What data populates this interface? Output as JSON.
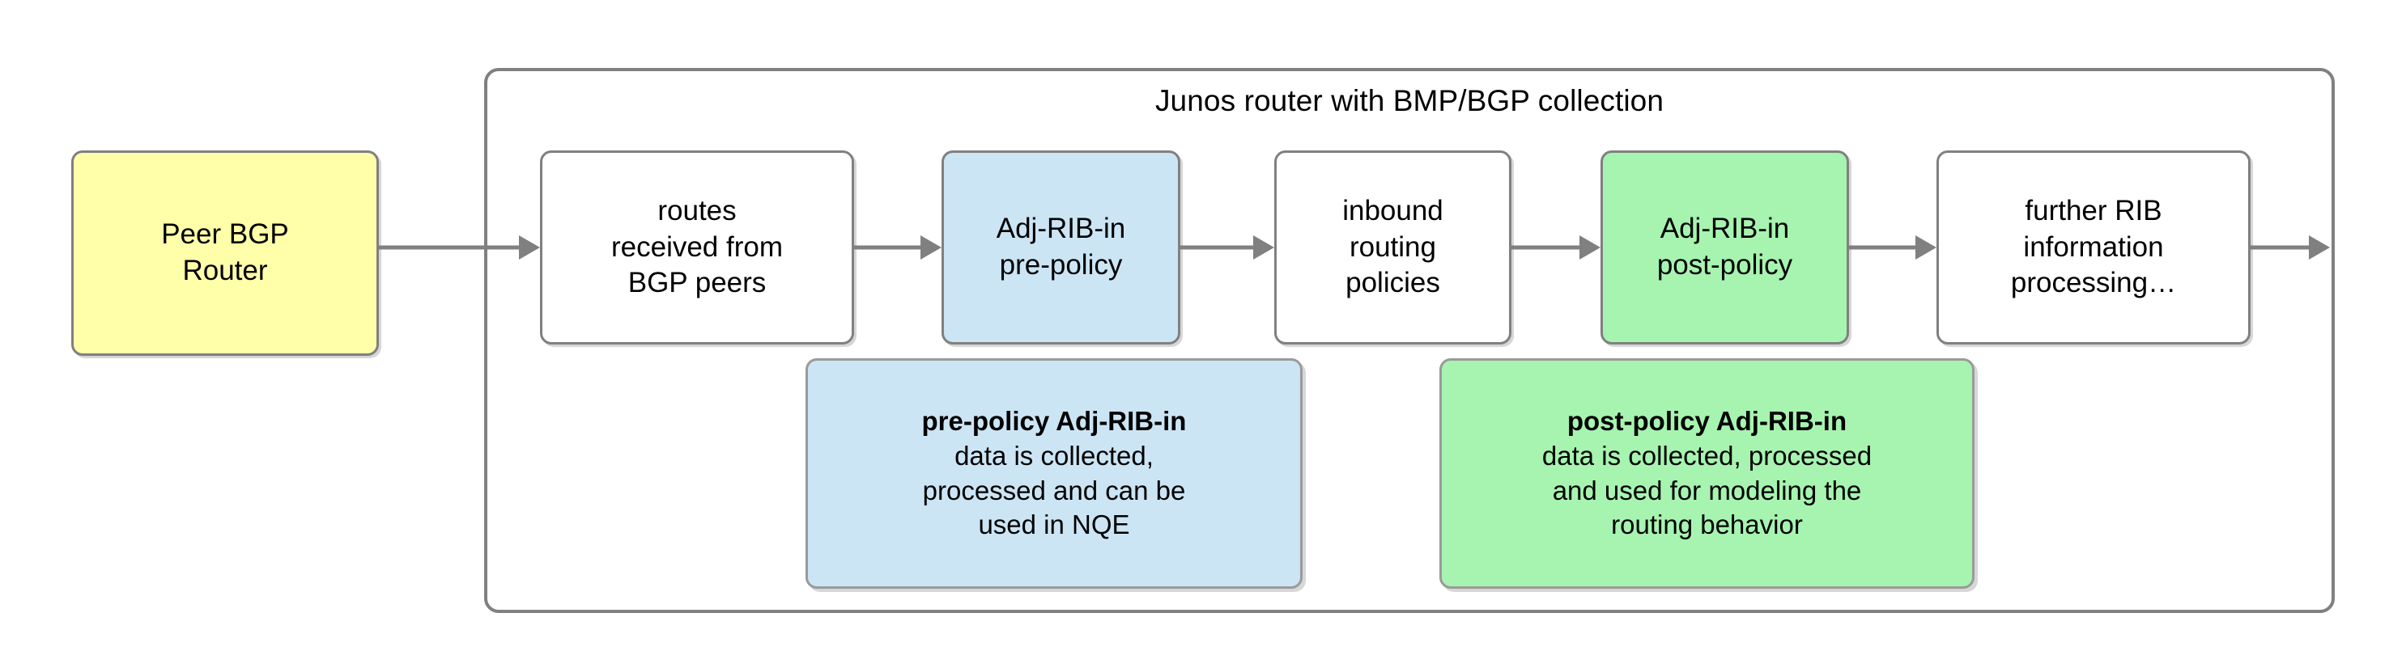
{
  "diagram": {
    "title_caption": "Junos router with BMP/BGP collection",
    "container_label": "Junos router with BMP/BGP collection",
    "external_nodes": [
      {
        "id": "peer-bgp-router",
        "label": "Peer BGP\nRouter",
        "color": "#ffffaa"
      }
    ],
    "pipeline_nodes": [
      {
        "id": "routes-received",
        "label": "routes\nreceived from\nBGP peers",
        "color": "#ffffff"
      },
      {
        "id": "adj-rib-in-pre",
        "label": "Adj-RIB-in\npre-policy",
        "color": "#cce5f4"
      },
      {
        "id": "inbound-policies",
        "label": "inbound\nrouting\npolicies",
        "color": "#ffffff"
      },
      {
        "id": "adj-rib-in-post",
        "label": "Adj-RIB-in\npost-policy",
        "color": "#a6f4b0"
      },
      {
        "id": "further-rib",
        "label": "further RIB\ninformation\nprocessing…",
        "color": "#ffffff"
      }
    ],
    "notes": [
      {
        "id": "note-pre-policy",
        "heading": "pre-policy Adj-RIB-in",
        "body": "data is collected,\nprocessed and can be\nused in NQE",
        "color": "#cce5f4"
      },
      {
        "id": "note-post-policy",
        "heading": "post-policy Adj-RIB-in",
        "body": "data is collected, processed\nand used for modeling the\nrouting behavior",
        "color": "#a6f4b0"
      }
    ],
    "colors": {
      "stroke": "#808080",
      "yellow": "#ffffaa",
      "blue": "#cce5f4",
      "green": "#a6f4b0",
      "white": "#ffffff",
      "text": "#000000"
    }
  }
}
